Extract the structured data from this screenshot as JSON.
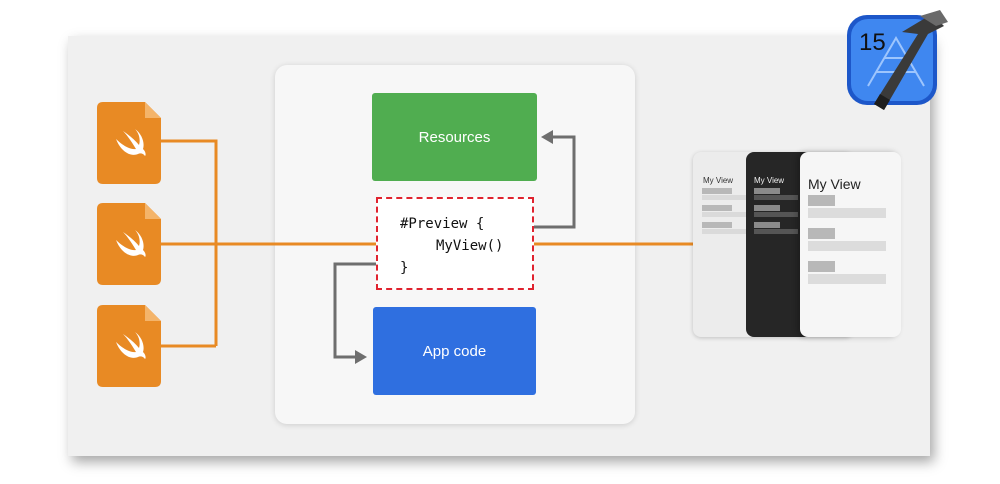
{
  "resources_box": {
    "label": "Resources"
  },
  "app_code_box": {
    "label": "App code"
  },
  "preview_code": {
    "line1": "#Preview {",
    "line2": "MyView()",
    "line3": "}"
  },
  "preview_cards": {
    "small_title_light": "My View",
    "small_title_dark": "My View",
    "front_title": "My View"
  },
  "xcode_badge": {
    "version": "15"
  },
  "icons": {
    "source_files": [
      "swift-file-icon",
      "swift-file-icon",
      "swift-file-icon"
    ],
    "app": "xcode-icon"
  },
  "colors": {
    "swift_orange": "#e88a24",
    "connector_orange": "#e88a24",
    "resources_green": "#50ad50",
    "app_code_blue": "#2f6fe0",
    "dashed_red": "#e0232f",
    "arrow_gray": "#6e6e6e"
  }
}
